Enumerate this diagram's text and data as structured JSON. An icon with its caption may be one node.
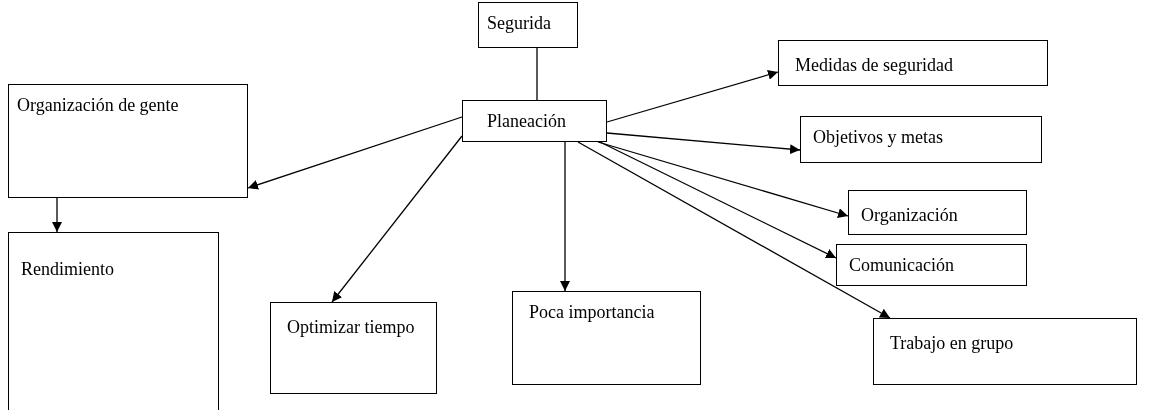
{
  "diagram": {
    "nodes": [
      {
        "text": [
          "Segurida"
        ]
      },
      {
        "text": [
          "Planeación"
        ]
      },
      {
        "text": [
          "Medidas de seguridad"
        ]
      },
      {
        "text": [
          "Objetivos y metas"
        ]
      },
      {
        "text": [
          "Organización de gente"
        ]
      },
      {
        "text": [
          "Organización"
        ]
      },
      {
        "text": [
          "Comunicación"
        ]
      },
      {
        "text": [
          "Trabajo en grupo"
        ]
      },
      {
        "text": [
          "Rendimiento"
        ]
      },
      {
        "text": [
          "Optimizar tiempo"
        ]
      },
      {
        "text": [
          "Poca importancia"
        ]
      }
    ],
    "edges": [
      {
        "from": 0,
        "to": 1,
        "arrow": "none"
      },
      {
        "from": 1,
        "to": 2,
        "arrow": "to"
      },
      {
        "from": 1,
        "to": 3,
        "arrow": "to"
      },
      {
        "from": 1,
        "to": 4,
        "arrow": "to"
      },
      {
        "from": 1,
        "to": 5,
        "arrow": "to"
      },
      {
        "from": 1,
        "to": 6,
        "arrow": "to"
      },
      {
        "from": 1,
        "to": 7,
        "arrow": "to"
      },
      {
        "from": 1,
        "to": 9,
        "arrow": "to"
      },
      {
        "from": 1,
        "to": 10,
        "arrow": "to"
      },
      {
        "from": 4,
        "to": 8,
        "arrow": "to"
      }
    ]
  }
}
